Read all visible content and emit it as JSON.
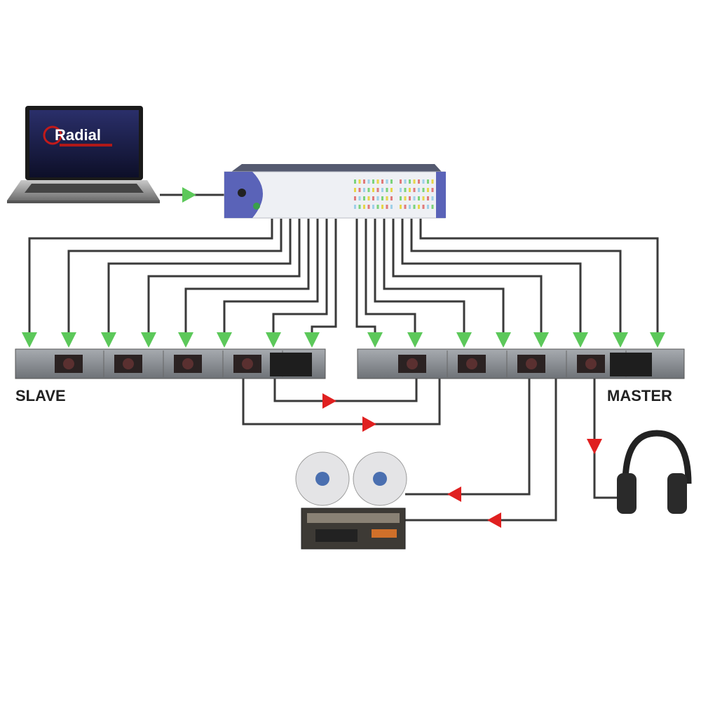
{
  "labels": {
    "slave": "SLAVE",
    "master": "MASTER"
  },
  "laptop": {
    "logo_text": "Radial"
  },
  "colors": {
    "wire": "#3a3a3a",
    "send_arrow": "#5cc85a",
    "return_arrow": "#e02020",
    "interface_blue": "#5a63b8",
    "rack": "#8d9196"
  }
}
